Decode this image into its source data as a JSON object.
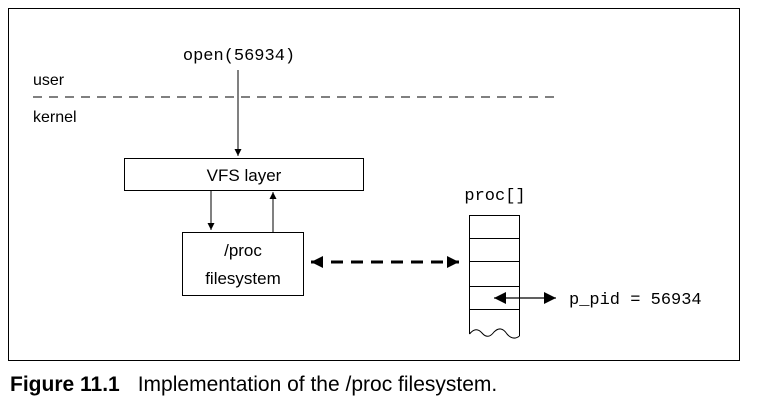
{
  "diagram": {
    "call_label": "open(56934)",
    "user_label": "user",
    "kernel_label": "kernel",
    "vfs_label": "VFS layer",
    "proc_fs_line1": "/proc",
    "proc_fs_line2": "filesystem",
    "proc_array_label": "proc[]",
    "pid_label": "p_pid = 56934"
  },
  "caption": {
    "number": "Figure 11.1",
    "text": "Implementation of the /proc filesystem."
  }
}
